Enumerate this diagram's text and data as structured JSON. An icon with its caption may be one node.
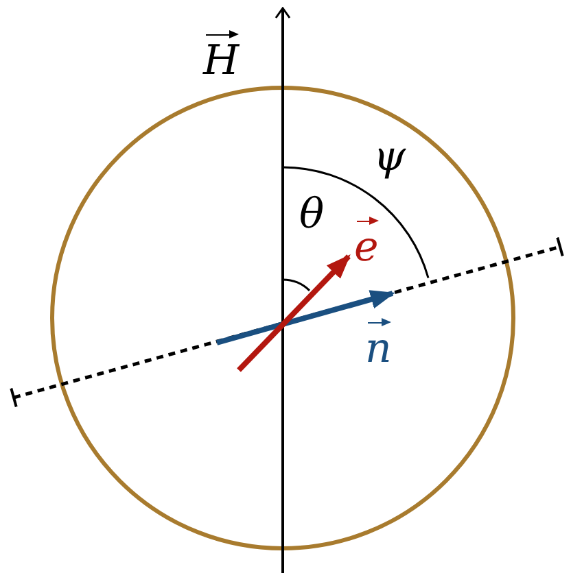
{
  "diagram": {
    "labels": [
      "H",
      "ψ",
      "θ",
      "e",
      "n"
    ]
  }
}
